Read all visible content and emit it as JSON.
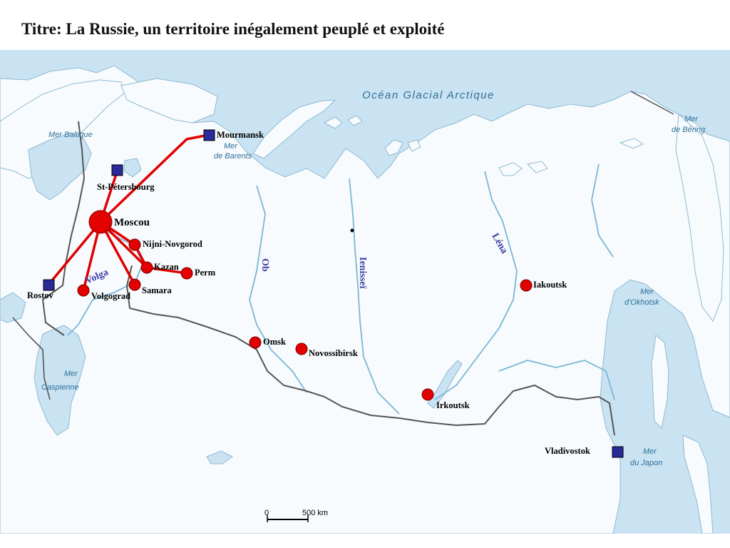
{
  "title": "Titre: La Russie, un territoire inégalement peuplé et exploité",
  "colors": {
    "sea": "#c9e3f2",
    "land": "#f7fbfd",
    "river": "#7ab6d8",
    "border": "#555555",
    "link": "#e10000",
    "city_fill": "#e20000",
    "port_fill": "#2a2a9a",
    "label_sea": "#2f6f9a",
    "label_river": "#3c3ca6"
  },
  "seas": {
    "arctic": "Océan Glacial Arctique",
    "baltic": "Mer Baltique",
    "barents_1": "Mer",
    "barents_2": "de Barents",
    "bering_1": "Mer",
    "bering_2": "de Béring",
    "okhotsk_1": "Mer",
    "okhotsk_2": "d'Okhotsk",
    "caspian_1": "Mer",
    "caspian_2": "Caspienne",
    "japan_1": "Mer",
    "japan_2": "du Japon"
  },
  "rivers": {
    "volga": "Volga",
    "ob": "Ob",
    "ienissei": "Ienisseï",
    "lena": "Léna"
  },
  "capital": {
    "name": "Moscou"
  },
  "ports": {
    "mourmansk": "Mourmansk",
    "st_petersbourg": "St-Pétersbourg",
    "rostov": "Rostov",
    "vladivostok": "Vladivostok"
  },
  "cities": {
    "nijni": "Nijni-Novgorod",
    "kazan": "Kazan",
    "perm": "Perm",
    "samara": "Samara",
    "volgograd": "Volgograd",
    "omsk": "Omsk",
    "novossibirsk": "Novossibirsk",
    "irkoutsk": "Irkoutsk",
    "iakoutsk": "Iakoutsk"
  },
  "scale": {
    "zero": "0",
    "distance": "500 km"
  },
  "icons": {
    "port": "blue-square-icon",
    "city": "red-circle-icon",
    "capital": "big-red-circle-icon"
  }
}
